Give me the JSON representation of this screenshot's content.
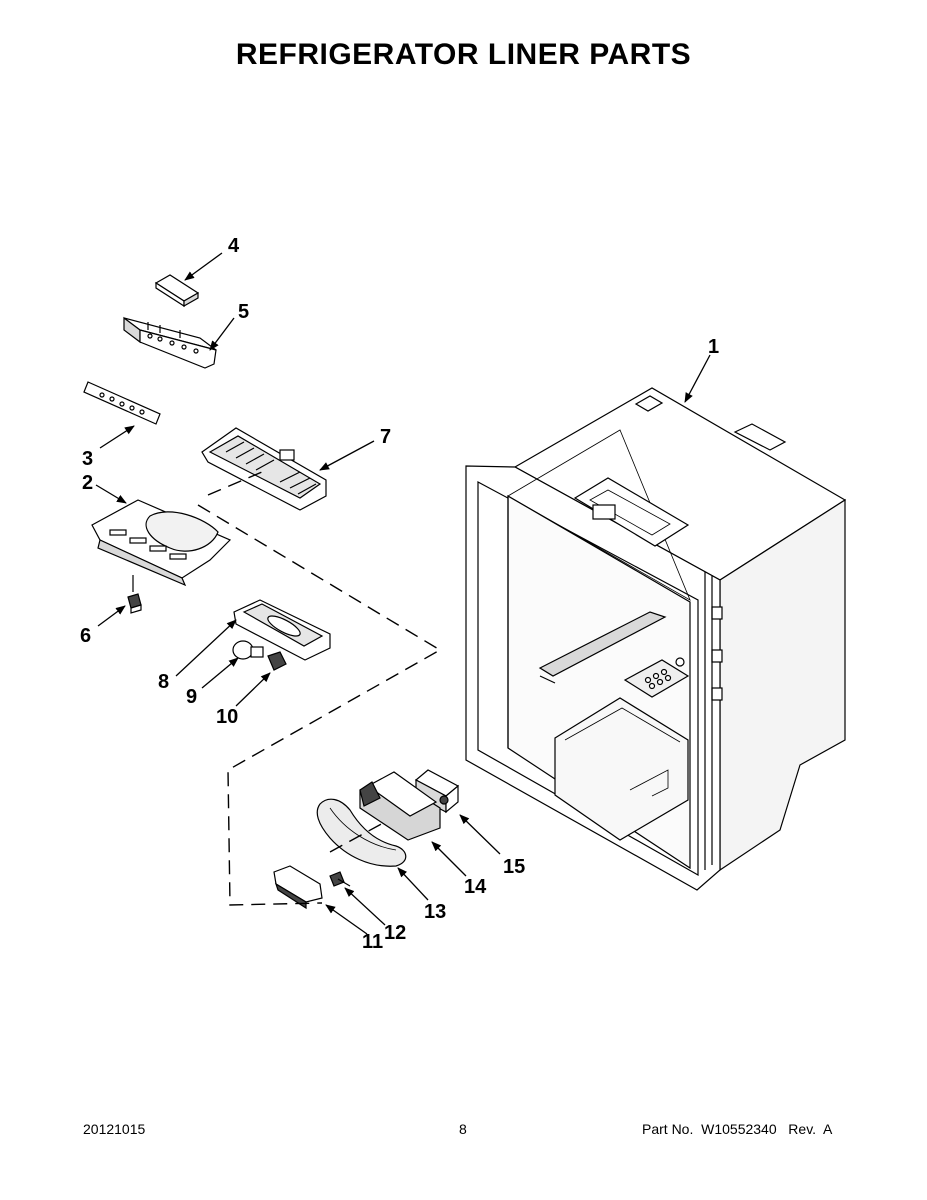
{
  "title": "REFRIGERATOR LINER PARTS",
  "callouts": [
    "1",
    "2",
    "3",
    "4",
    "5",
    "6",
    "7",
    "8",
    "9",
    "10",
    "11",
    "12",
    "13",
    "14",
    "15"
  ],
  "footer": {
    "date": "20121015",
    "page": "8",
    "part": "Part No.  W10552340   Rev.  A"
  }
}
